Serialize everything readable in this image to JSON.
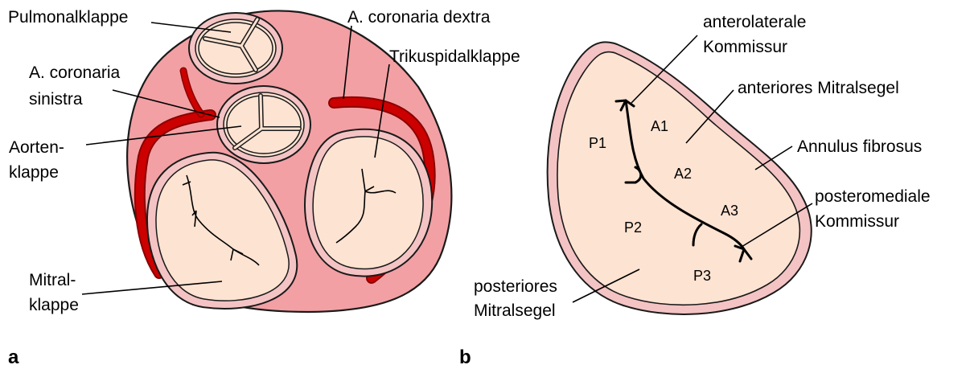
{
  "colors": {
    "tissue": "#f2a0a4",
    "tissue_outline": "#1a1a1a",
    "leaflet": "#fde3d2",
    "ring": "#f4c3c4",
    "artery": "#cc0000",
    "artery_dark": "#8a0000",
    "line": "#000000"
  },
  "panel_a": {
    "panel_label": "a",
    "labels": {
      "pulmonalklappe": "Pulmonalklappe",
      "coronaria_sinistra_1": "A. coronaria",
      "coronaria_sinistra_2": "sinistra",
      "aortenklappe_1": "Aorten-",
      "aortenklappe_2": "klappe",
      "mitralklappe_1": "Mitral-",
      "mitralklappe_2": "klappe",
      "coronaria_dextra": "A. coronaria dextra",
      "trikuspidalklappe": "Trikuspidalklappe"
    }
  },
  "panel_b": {
    "panel_label": "b",
    "labels": {
      "anterolaterale_1": "anterolaterale",
      "anterolaterale_2": "Kommissur",
      "anteriores": "anteriores Mitralsegel",
      "annulus": "Annulus fibrosus",
      "posteromediale_1": "posteromediale",
      "posteromediale_2": "Kommissur",
      "posteriores_1": "posteriores",
      "posteriores_2": "Mitralsegel"
    },
    "segments": {
      "p1": "P1",
      "p2": "P2",
      "p3": "P3",
      "a1": "A1",
      "a2": "A2",
      "a3": "A3"
    }
  }
}
